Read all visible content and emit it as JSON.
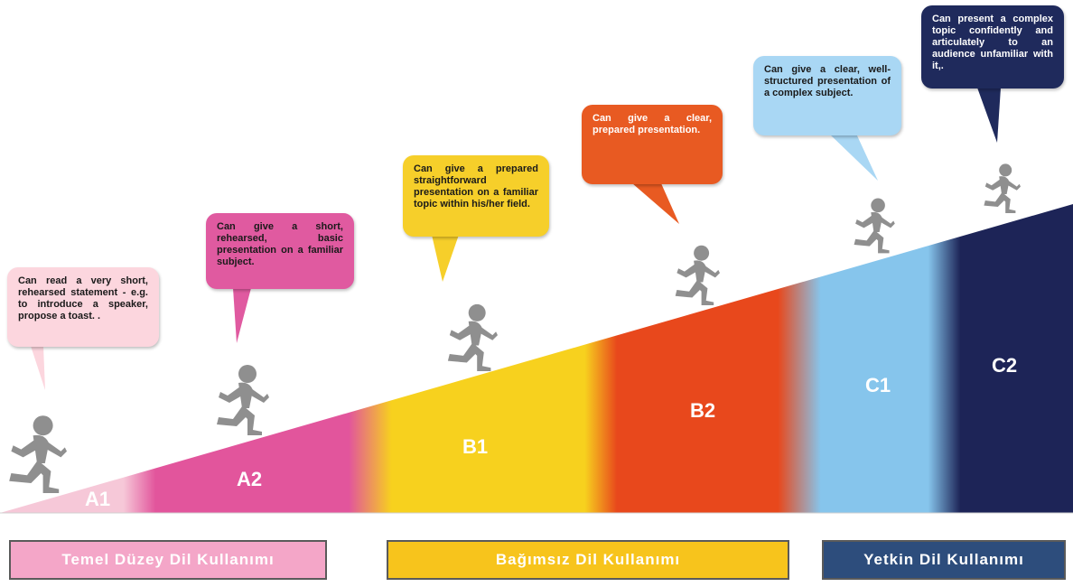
{
  "colors": {
    "a1": "#f6c8d8",
    "a2": "#e2559c",
    "b1": "#f7d11e",
    "b2": "#e8481c",
    "c1": "#86c5ec",
    "c2": "#1d2457",
    "runner": "#8f8f8f"
  },
  "levels": [
    {
      "code": "A1",
      "text": "Can read a very short, rehearsed statement - e.g. to introduce a speaker, propose a toast. ."
    },
    {
      "code": "A2",
      "text": "Can give a short, rehearsed, basic presentation on a familiar subject."
    },
    {
      "code": "B1",
      "text": "Can give a prepared straightforward presentation on a familiar topic within his/her field."
    },
    {
      "code": "B2",
      "text": "Can give a clear, prepared presentation."
    },
    {
      "code": "C1",
      "text": "Can give a clear, well-structured presentation of a complex subject."
    },
    {
      "code": "C2",
      "text": "Can present a complex topic confidently and articulately to an audience unfamiliar with it,."
    }
  ],
  "bands": {
    "basic": "Temel Düzey Dil Kullanımı",
    "independent": "Bağımsız Dil Kullanımı",
    "proficient": "Yetkin Dil Kullanımı"
  }
}
